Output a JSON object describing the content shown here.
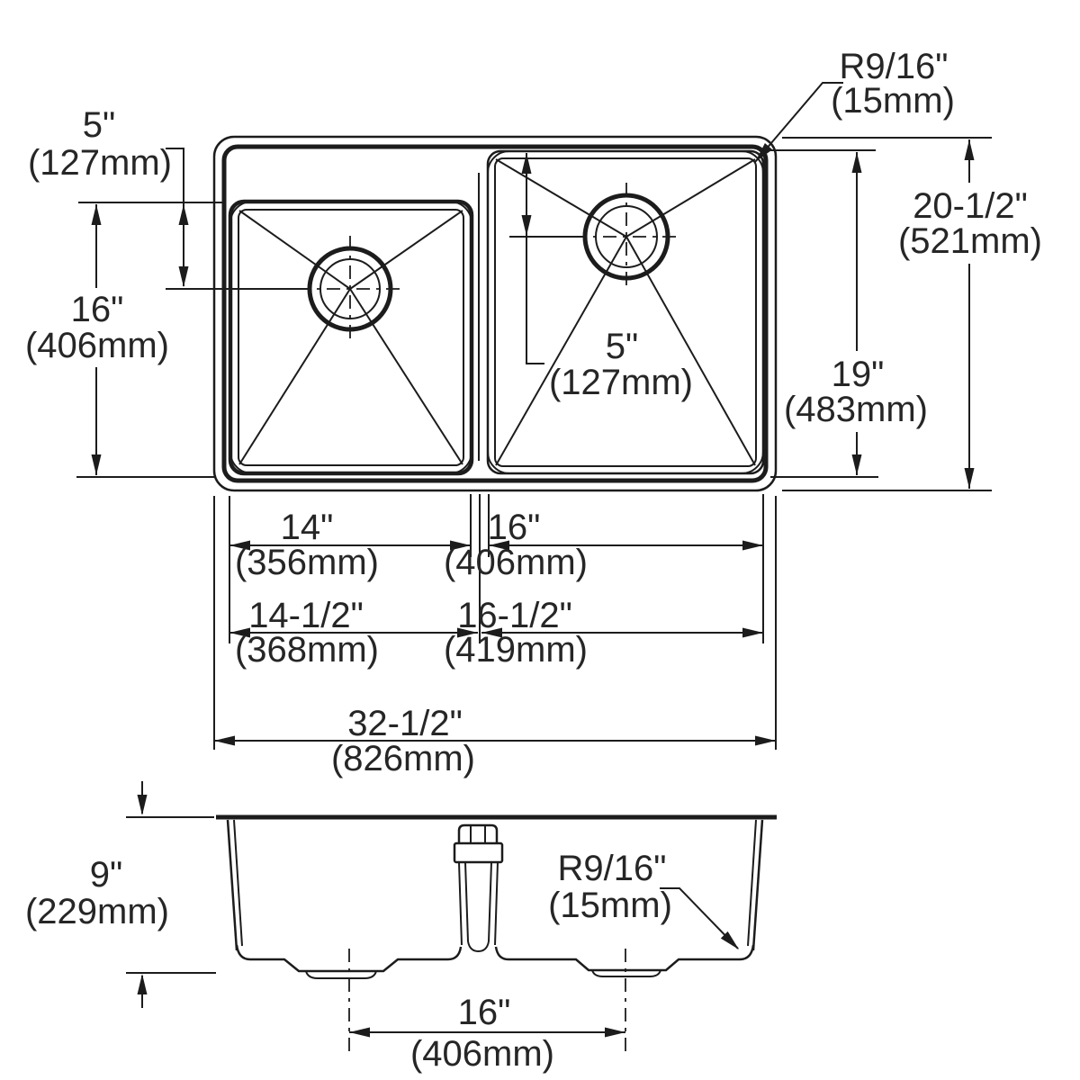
{
  "diagram": {
    "type": "technical-drawing",
    "subject": "double-bowl undermount kitchen sink dimension drawing",
    "background_color": "#ffffff",
    "line_color": "#1c1c1c",
    "text_color": "#262626",
    "plan": {
      "offset_left": {
        "in": "5\"",
        "mm": "(127mm)"
      },
      "left_bowl_front_back": {
        "in": "16\"",
        "mm": "(406mm)"
      },
      "corner_radius": {
        "in": "R9/16\"",
        "mm": "(15mm)"
      },
      "overall_front_back": {
        "in": "20-1/2\"",
        "mm": "(521mm)"
      },
      "right_bowl_front_back": {
        "in": "19\"",
        "mm": "(483mm)"
      },
      "offset_right": {
        "in": "5\"",
        "mm": "(127mm)"
      },
      "left_bowl_width": {
        "in": "14\"",
        "mm": "(356mm)"
      },
      "right_bowl_width": {
        "in": "16\"",
        "mm": "(406mm)"
      },
      "left_bowl_to_center": {
        "in": "14-1/2\"",
        "mm": "(368mm)"
      },
      "right_bowl_to_center": {
        "in": "16-1/2\"",
        "mm": "(419mm)"
      },
      "overall_width": {
        "in": "32-1/2\"",
        "mm": "(826mm)"
      }
    },
    "front": {
      "bowl_depth": {
        "in": "9\"",
        "mm": "(229mm)"
      },
      "corner_radius": {
        "in": "R9/16\"",
        "mm": "(15mm)"
      },
      "drain_centers": {
        "in": "16\"",
        "mm": "(406mm)"
      }
    }
  }
}
